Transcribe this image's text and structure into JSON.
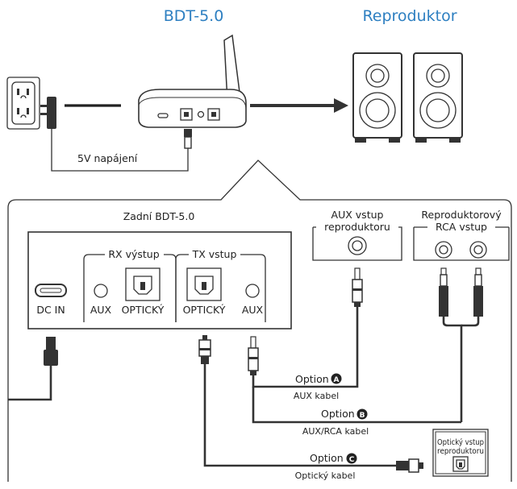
{
  "titles": {
    "device": "BDT-5.0",
    "speaker": "Reproduktor"
  },
  "top": {
    "power_label": "5V napájení"
  },
  "panel": {
    "rear_title": "Zadní BDT-5.0",
    "rx_label": "RX výstup",
    "tx_label": "TX vstup",
    "dc_in": "DC IN",
    "aux_rx": "AUX",
    "optical_rx": "OPTICKÝ",
    "optical_tx": "OPTICKÝ",
    "aux_tx": "AUX"
  },
  "speaker_inputs": {
    "aux_line1": "AUX vstup",
    "aux_line2": "reproduktoru",
    "rca_line1": "Reproduktorový",
    "rca_line2": "RCA vstup",
    "optical_line1": "Optický vstup",
    "optical_line2": "reproduktoru"
  },
  "options": {
    "a_word": "Option",
    "a_letter": "A",
    "a_cable": "AUX kabel",
    "b_word": "Option",
    "b_letter": "B",
    "b_cable": "AUX/RCA kabel",
    "c_word": "Option",
    "c_letter": "C",
    "c_cable": "Optický kabel"
  },
  "colors": {
    "title_blue": "#2d7fc1",
    "line": "#333333"
  }
}
